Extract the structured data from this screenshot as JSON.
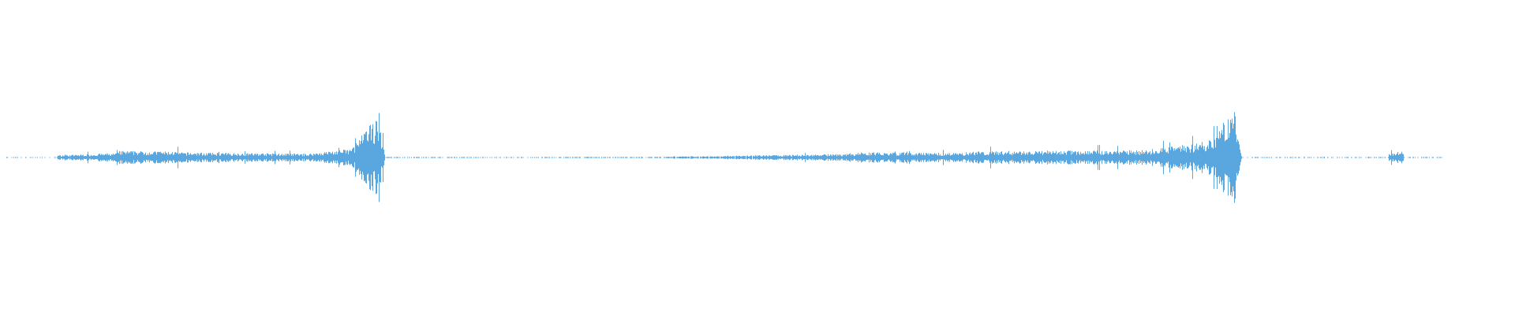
{
  "waveform": {
    "color": "#5aa7e0",
    "background": "#ffffff",
    "duration_fraction_covered": 0.955,
    "segments": [
      {
        "from": 0.0,
        "to": 0.034,
        "amplitude_start": 0.005,
        "amplitude_end": 0.005,
        "density": 0.25
      },
      {
        "from": 0.034,
        "to": 0.075,
        "amplitude_start": 0.03,
        "amplitude_end": 0.06,
        "density": 1.0
      },
      {
        "from": 0.075,
        "to": 0.115,
        "amplitude_start": 0.09,
        "amplitude_end": 0.08,
        "density": 1.0
      },
      {
        "from": 0.115,
        "to": 0.2,
        "amplitude_start": 0.07,
        "amplitude_end": 0.05,
        "density": 1.0
      },
      {
        "from": 0.2,
        "to": 0.23,
        "amplitude_start": 0.05,
        "amplitude_end": 0.12,
        "density": 1.0
      },
      {
        "from": 0.23,
        "to": 0.248,
        "amplitude_start": 0.14,
        "amplitude_end": 0.6,
        "density": 1.0
      },
      {
        "from": 0.248,
        "to": 0.252,
        "amplitude_start": 0.5,
        "amplitude_end": 0.02,
        "density": 1.0
      },
      {
        "from": 0.252,
        "to": 0.37,
        "amplitude_start": 0.006,
        "amplitude_end": 0.006,
        "density": 0.35
      },
      {
        "from": 0.37,
        "to": 0.44,
        "amplitude_start": 0.006,
        "amplitude_end": 0.008,
        "density": 0.6
      },
      {
        "from": 0.44,
        "to": 0.5,
        "amplitude_start": 0.012,
        "amplitude_end": 0.03,
        "density": 0.9
      },
      {
        "from": 0.5,
        "to": 0.565,
        "amplitude_start": 0.03,
        "amplitude_end": 0.05,
        "density": 1.0
      },
      {
        "from": 0.565,
        "to": 0.64,
        "amplitude_start": 0.07,
        "amplitude_end": 0.06,
        "density": 1.0
      },
      {
        "from": 0.64,
        "to": 0.76,
        "amplitude_start": 0.08,
        "amplitude_end": 0.1,
        "density": 1.0
      },
      {
        "from": 0.76,
        "to": 0.8,
        "amplitude_start": 0.1,
        "amplitude_end": 0.22,
        "density": 1.0
      },
      {
        "from": 0.8,
        "to": 0.818,
        "amplitude_start": 0.25,
        "amplitude_end": 0.65,
        "density": 1.0
      },
      {
        "from": 0.818,
        "to": 0.822,
        "amplitude_start": 0.45,
        "amplitude_end": 0.02,
        "density": 1.0
      },
      {
        "from": 0.822,
        "to": 0.92,
        "amplitude_start": 0.006,
        "amplitude_end": 0.008,
        "density": 0.4
      },
      {
        "from": 0.92,
        "to": 0.93,
        "amplitude_start": 0.06,
        "amplitude_end": 0.05,
        "density": 1.0
      },
      {
        "from": 0.93,
        "to": 0.955,
        "amplitude_start": 0.006,
        "amplitude_end": 0.006,
        "density": 0.4
      }
    ]
  }
}
